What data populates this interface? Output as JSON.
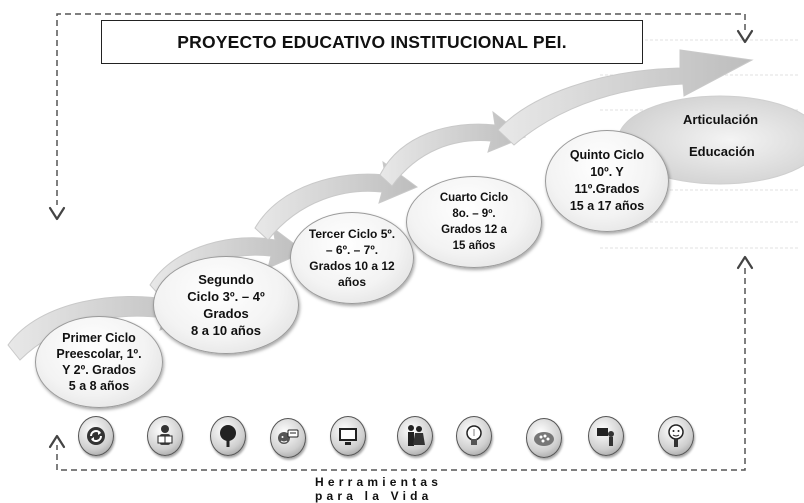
{
  "title": "PROYECTO EDUCATIVO INSTITUCIONAL PEI.",
  "stages": [
    {
      "id": "primer",
      "text": "Primer Ciclo\nPreescolar, 1º.\nY 2º. Grados\n5 a 8 años"
    },
    {
      "id": "segundo",
      "text": "Segundo\nCiclo 3º. – 4º\nGrados\n8 a 10 años"
    },
    {
      "id": "tercer",
      "text": "Tercer Ciclo 5º.\n– 6º. – 7º.\nGrados 10 a 12\naños"
    },
    {
      "id": "cuarto",
      "text": "Cuarto Ciclo\n8o. – 9º.\nGrados 12 a\n15 años"
    },
    {
      "id": "quinto",
      "text": "Quinto Ciclo\n10º. Y\n11º.Grados\n15 a 17 años"
    }
  ],
  "side_labels": {
    "articulacion": "Articulación",
    "educacion": "Educación"
  },
  "tools": [
    {
      "icon": "recycle-icon"
    },
    {
      "icon": "reading-person-icon"
    },
    {
      "icon": "tree-icon"
    },
    {
      "icon": "speaking-person-icon"
    },
    {
      "icon": "computer-monitor-icon"
    },
    {
      "icon": "family-icon"
    },
    {
      "icon": "light-bulb-icon"
    },
    {
      "icon": "turtle-icon"
    },
    {
      "icon": "teacher-board-icon"
    },
    {
      "icon": "thinking-person-icon"
    }
  ],
  "footer": {
    "line1": "Herramientas",
    "line2": "para la Vida"
  },
  "colors": {
    "arrow": "#b8b8b8",
    "dashed_frame": "#555555",
    "text": "#111111"
  }
}
